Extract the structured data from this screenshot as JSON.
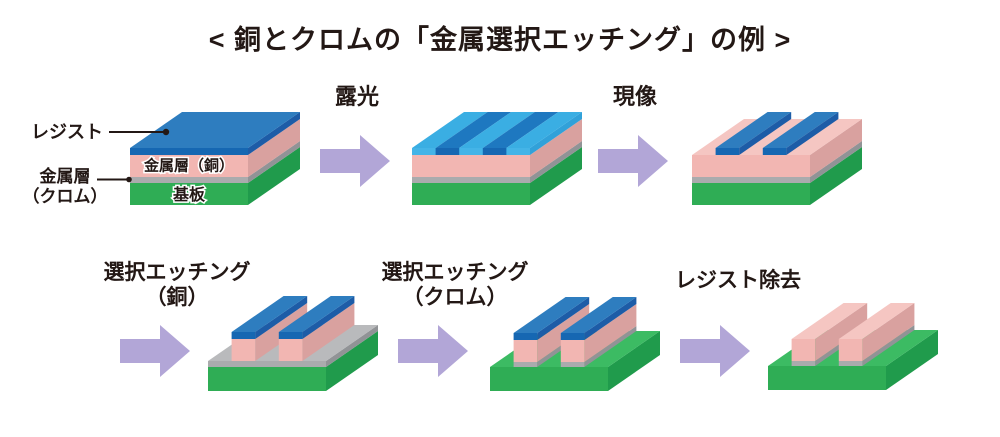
{
  "title": "< 銅とクロムの「金属選択エッチング」の例 >",
  "stage1": {
    "label_resist": "レジスト",
    "label_metal_chrome_line1": "金属層",
    "label_metal_chrome_line2": "（クロム）",
    "layer_copper": "金属層（銅）",
    "layer_substrate": "基板"
  },
  "steps": {
    "exposure": "露光",
    "development": "現像",
    "etch_copper_line1": "選択エッチング",
    "etch_copper_line2": "（銅）",
    "etch_chrome_line1": "選択エッチング",
    "etch_chrome_line2": "（クロム）",
    "resist_removal": "レジスト除去"
  },
  "colors": {
    "text": "#231815",
    "arrow": "#b2a6d7",
    "resist_top": "#2e7dbf",
    "resist_front": "#1667b2",
    "resist_side": "#1d5ca7",
    "exposed_top": "#3aaee3",
    "exposed_front": "#44b4e7",
    "exposed_side": "#31a1d9",
    "exposed_stripe_dark": "#1e78c0",
    "copper_top": "#f5c6c2",
    "copper_front": "#f2b6b2",
    "copper_side": "#d9a19f",
    "chrome_top": "#b9babc",
    "chrome_front": "#aaabad",
    "chrome_side": "#919396",
    "substrate_top": "#3cbb63",
    "substrate_front": "#2fad55",
    "substrate_side": "#209b4c"
  }
}
